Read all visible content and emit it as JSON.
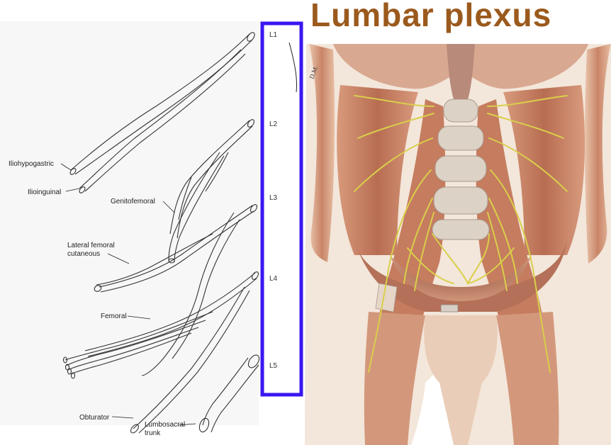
{
  "title": "Lumbar plexus",
  "colors": {
    "title": "#9b5a1d",
    "level_box": "#3a16f2",
    "nerve_yellow": "#d9cf4a",
    "muscle": "#c8896a",
    "muscle_light": "#e8c3a8",
    "bone": "#ddd2c6"
  },
  "levels": [
    "L1",
    "L2",
    "L3",
    "L4",
    "L5"
  ],
  "nerve_labels": {
    "iliohypogastric": "Iliohypogastric",
    "ilioinguinal": "Ilioinguinal",
    "genitofemoral": "Genitofemoral",
    "lateral_femoral_cutaneous_1": "Lateral femoral",
    "lateral_femoral_cutaneous_2": "cutaneous",
    "femoral": "Femoral",
    "obturator": "Obturator",
    "lumbosacral_1": "Lumbosacral",
    "lumbosacral_2": "trunk"
  },
  "illustrator_initials": "D.M."
}
